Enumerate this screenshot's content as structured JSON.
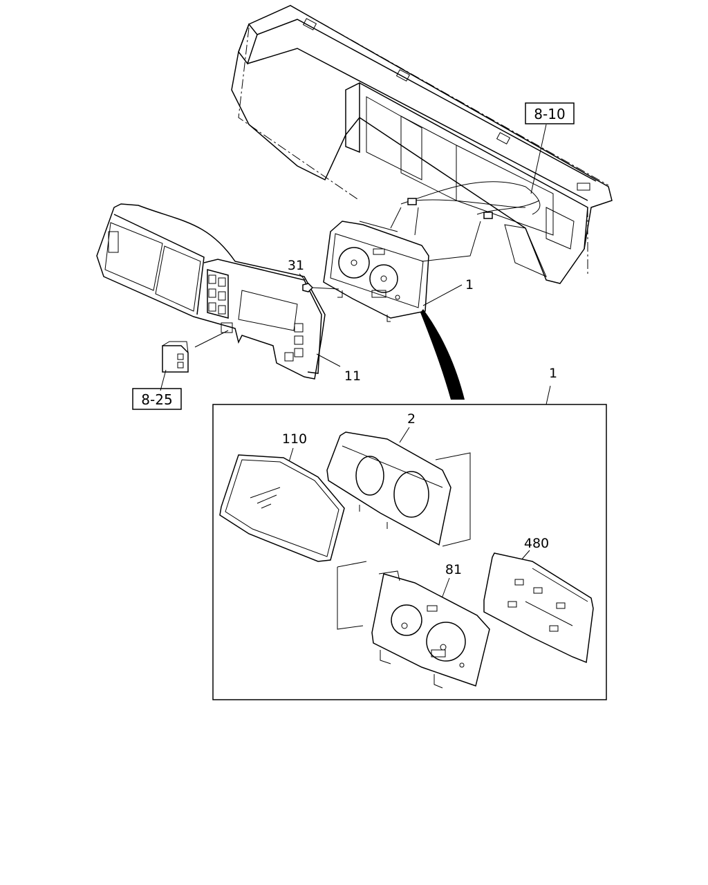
{
  "callouts": {
    "ref_8_10": "8-10",
    "ref_8_25": "8-25",
    "part_31": "31",
    "part_1_top": "1",
    "part_11": "11",
    "part_1_box": "1",
    "part_2": "2",
    "part_110": "110",
    "part_81": "81",
    "part_480": "480"
  }
}
